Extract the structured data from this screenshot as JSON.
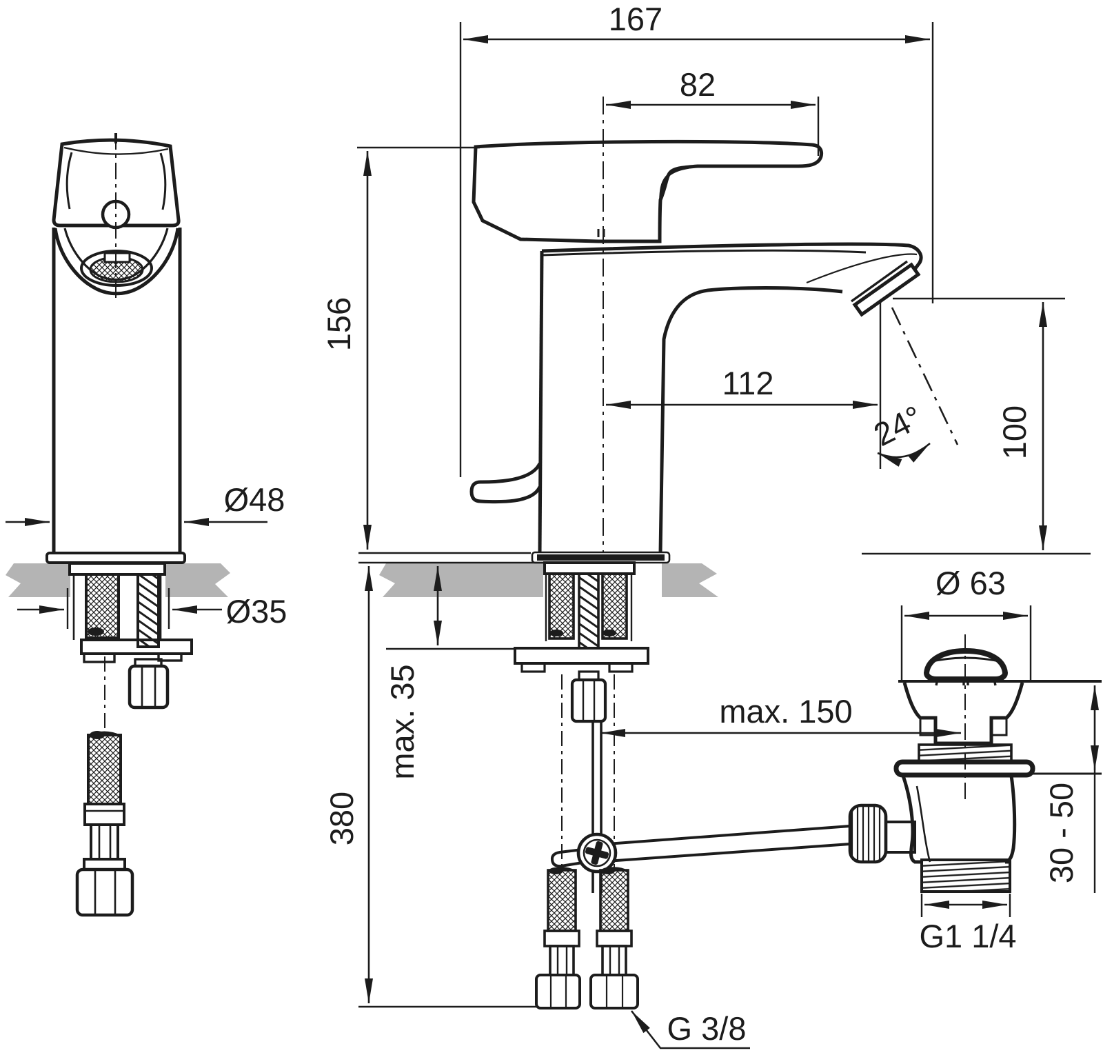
{
  "drawing": {
    "kind": "faucet installation technical drawing",
    "line_color": "#1c1c1c",
    "counter_color": "#b4b4b4",
    "background": "#ffffff"
  },
  "dimensions": {
    "overall_depth": "167",
    "handle_projection": "82",
    "body_height": "156",
    "spout_projection": "112",
    "spout_angle": "24°",
    "outlet_height": "100",
    "body_diameter": "Ø48",
    "mounting_hole_diameter": "Ø35",
    "max_deck_thickness": "max. 35",
    "supply_hose_length": "380",
    "max_rod_offset": "max. 150",
    "waste_plug_diameter": "Ø 63",
    "waste_height_range": "30 - 50",
    "waste_outlet_thread": "G1 1/4",
    "supply_thread": "G 3/8"
  }
}
